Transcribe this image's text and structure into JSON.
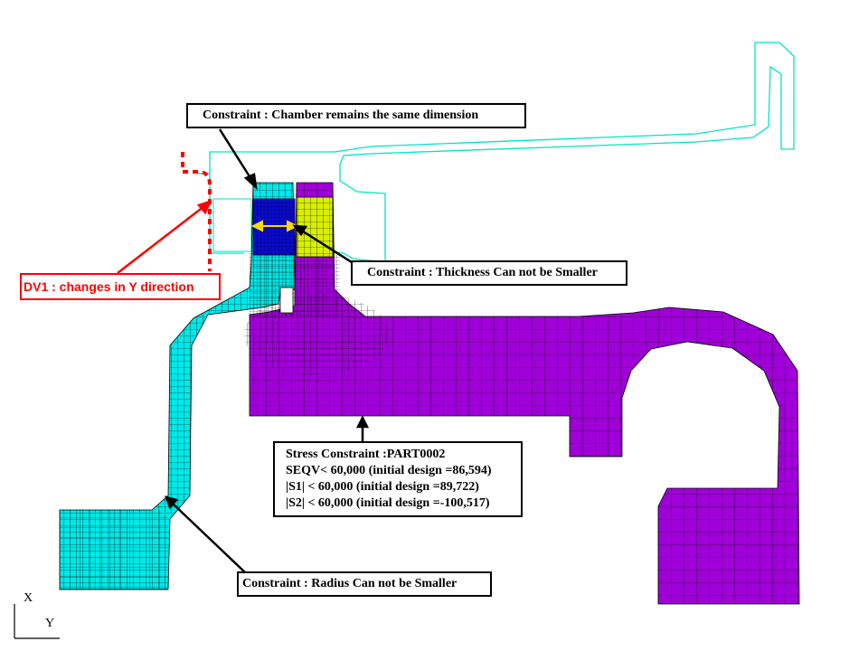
{
  "colors": {
    "shell_outline": "#00e5c0",
    "rotor_fill": "#00e8e8",
    "disk_fill": "#a000d8",
    "chamber_fill": "#0a0ac8",
    "yellow_fill": "#d8f000",
    "mesh_line": "#000000",
    "dv1_accent": "#ff0000",
    "thickness_arrow": "#ffd800"
  },
  "annotations": {
    "chamber": "Constraint : Chamber remains the same dimension",
    "thickness": "Constraint : Thickness Can not be Smaller",
    "dv1": "DV1 : changes in Y direction",
    "stress_title": "Stress Constraint :PART0002",
    "stress_lines": [
      "SEQV< 60,000 (initial design =86,594)",
      "|S1| < 60,000 (initial design =89,722)",
      "|S2| < 60,000 (initial design =-100,517)"
    ],
    "radius": "Constraint : Radius Can not be Smaller"
  },
  "axes": {
    "x_label": "X",
    "y_label": "Y"
  }
}
